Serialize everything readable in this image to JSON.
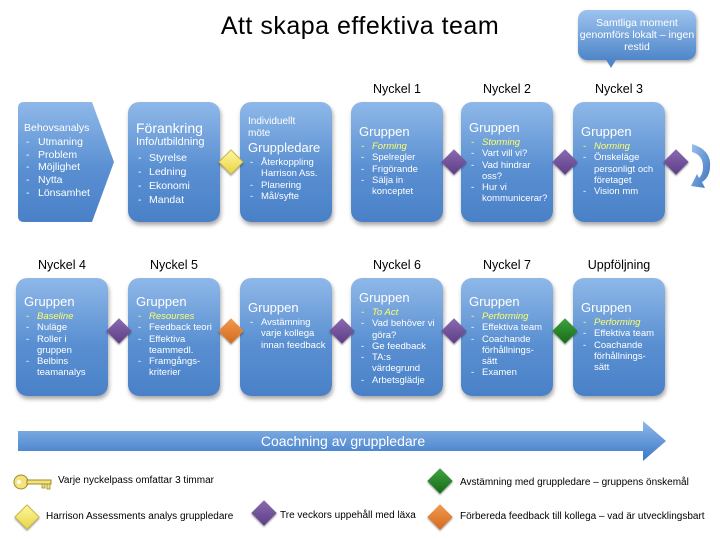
{
  "title": "Att  skapa  effektiva  team",
  "callout": {
    "text": "Samtliga moment genomförs lokalt – ingen restid"
  },
  "row1": {
    "card1": {
      "head": "Behovsanalys",
      "items": [
        "Utmaning",
        "Problem",
        "Möjlighet",
        "Nytta",
        "Lönsamhet"
      ]
    },
    "card2": {
      "head": "Förankring",
      "sub": "Info/utbildning",
      "items": [
        "Styrelse",
        "Ledning",
        "Ekonomi",
        "Mandat"
      ]
    },
    "card3": {
      "pre1": "Individuellt",
      "pre2": "möte",
      "head": "Gruppledare",
      "items": [
        "Återkoppling Harrison Ass.",
        "Planering",
        "Mål/syfte"
      ]
    },
    "card4": {
      "key": "Nyckel 1",
      "head": "Gruppen",
      "stage": "Forming",
      "items": [
        "Spelregler",
        "Frigörande",
        "Sälja in konceptet"
      ]
    },
    "card5": {
      "key": "Nyckel 2",
      "head": "Gruppen",
      "stage": "Storming",
      "items": [
        "Vart vill vi?",
        "Vad hindrar oss?",
        "Hur vi kommunicerar?"
      ]
    },
    "card6": {
      "key": "Nyckel 3",
      "head": "Gruppen",
      "stage": "Norming",
      "items": [
        "Önskeläge personligt och företaget",
        "Vision mm"
      ]
    }
  },
  "row2": {
    "card1": {
      "key": "Nyckel 4",
      "head": "Gruppen",
      "stage": "Baseline",
      "items": [
        "Nuläge",
        "Roller i gruppen",
        "Belbins teamanalys"
      ]
    },
    "card2": {
      "key": "Nyckel 5",
      "head": "Gruppen",
      "stage": "Resourses",
      "items": [
        "Feedback teori",
        "Effektiva teammedl.",
        "Framgångs-kriterier"
      ]
    },
    "card3": {
      "head": "Gruppen",
      "items": [
        "Avstämning varje kollega innan feedback"
      ]
    },
    "card4": {
      "key": "Nyckel 6",
      "head": "Gruppen",
      "stage": "To Act",
      "items": [
        "Vad behöver vi göra?",
        "Ge feedback",
        "TA:s värdegrund",
        "Arbetsglädje"
      ]
    },
    "card5": {
      "key": "Nyckel 7",
      "head": "Gruppen",
      "stage": "Performing",
      "items": [
        "Effektiva team",
        "Coachande förhållnings-sätt",
        "Examen"
      ]
    },
    "card6": {
      "key": "Uppföljning",
      "head": "Gruppen",
      "stage": "Performing",
      "items": [
        "Effektiva team",
        "Coachande förhållnings-sätt"
      ]
    }
  },
  "bottom_arrow": {
    "label": "Coachning av gruppledare"
  },
  "legend": {
    "key": "Varje nyckelpass omfattar 3 timmar",
    "yellow": "Harrison Assessments analys gruppledare",
    "purple": "Tre veckors uppehåll med läxa",
    "green": "Avstämning med gruppledare – gruppens önskemål",
    "orange": "Förbereda feedback till kollega – vad är utvecklingsbart"
  },
  "colors": {
    "card": "#5a90d2",
    "stage_text": "#ffff66",
    "purple": "#5c3d87",
    "yellow": "#fff59a",
    "orange": "#e07a2a",
    "green": "#1f7d1f",
    "arrow": "#3a78c9"
  }
}
